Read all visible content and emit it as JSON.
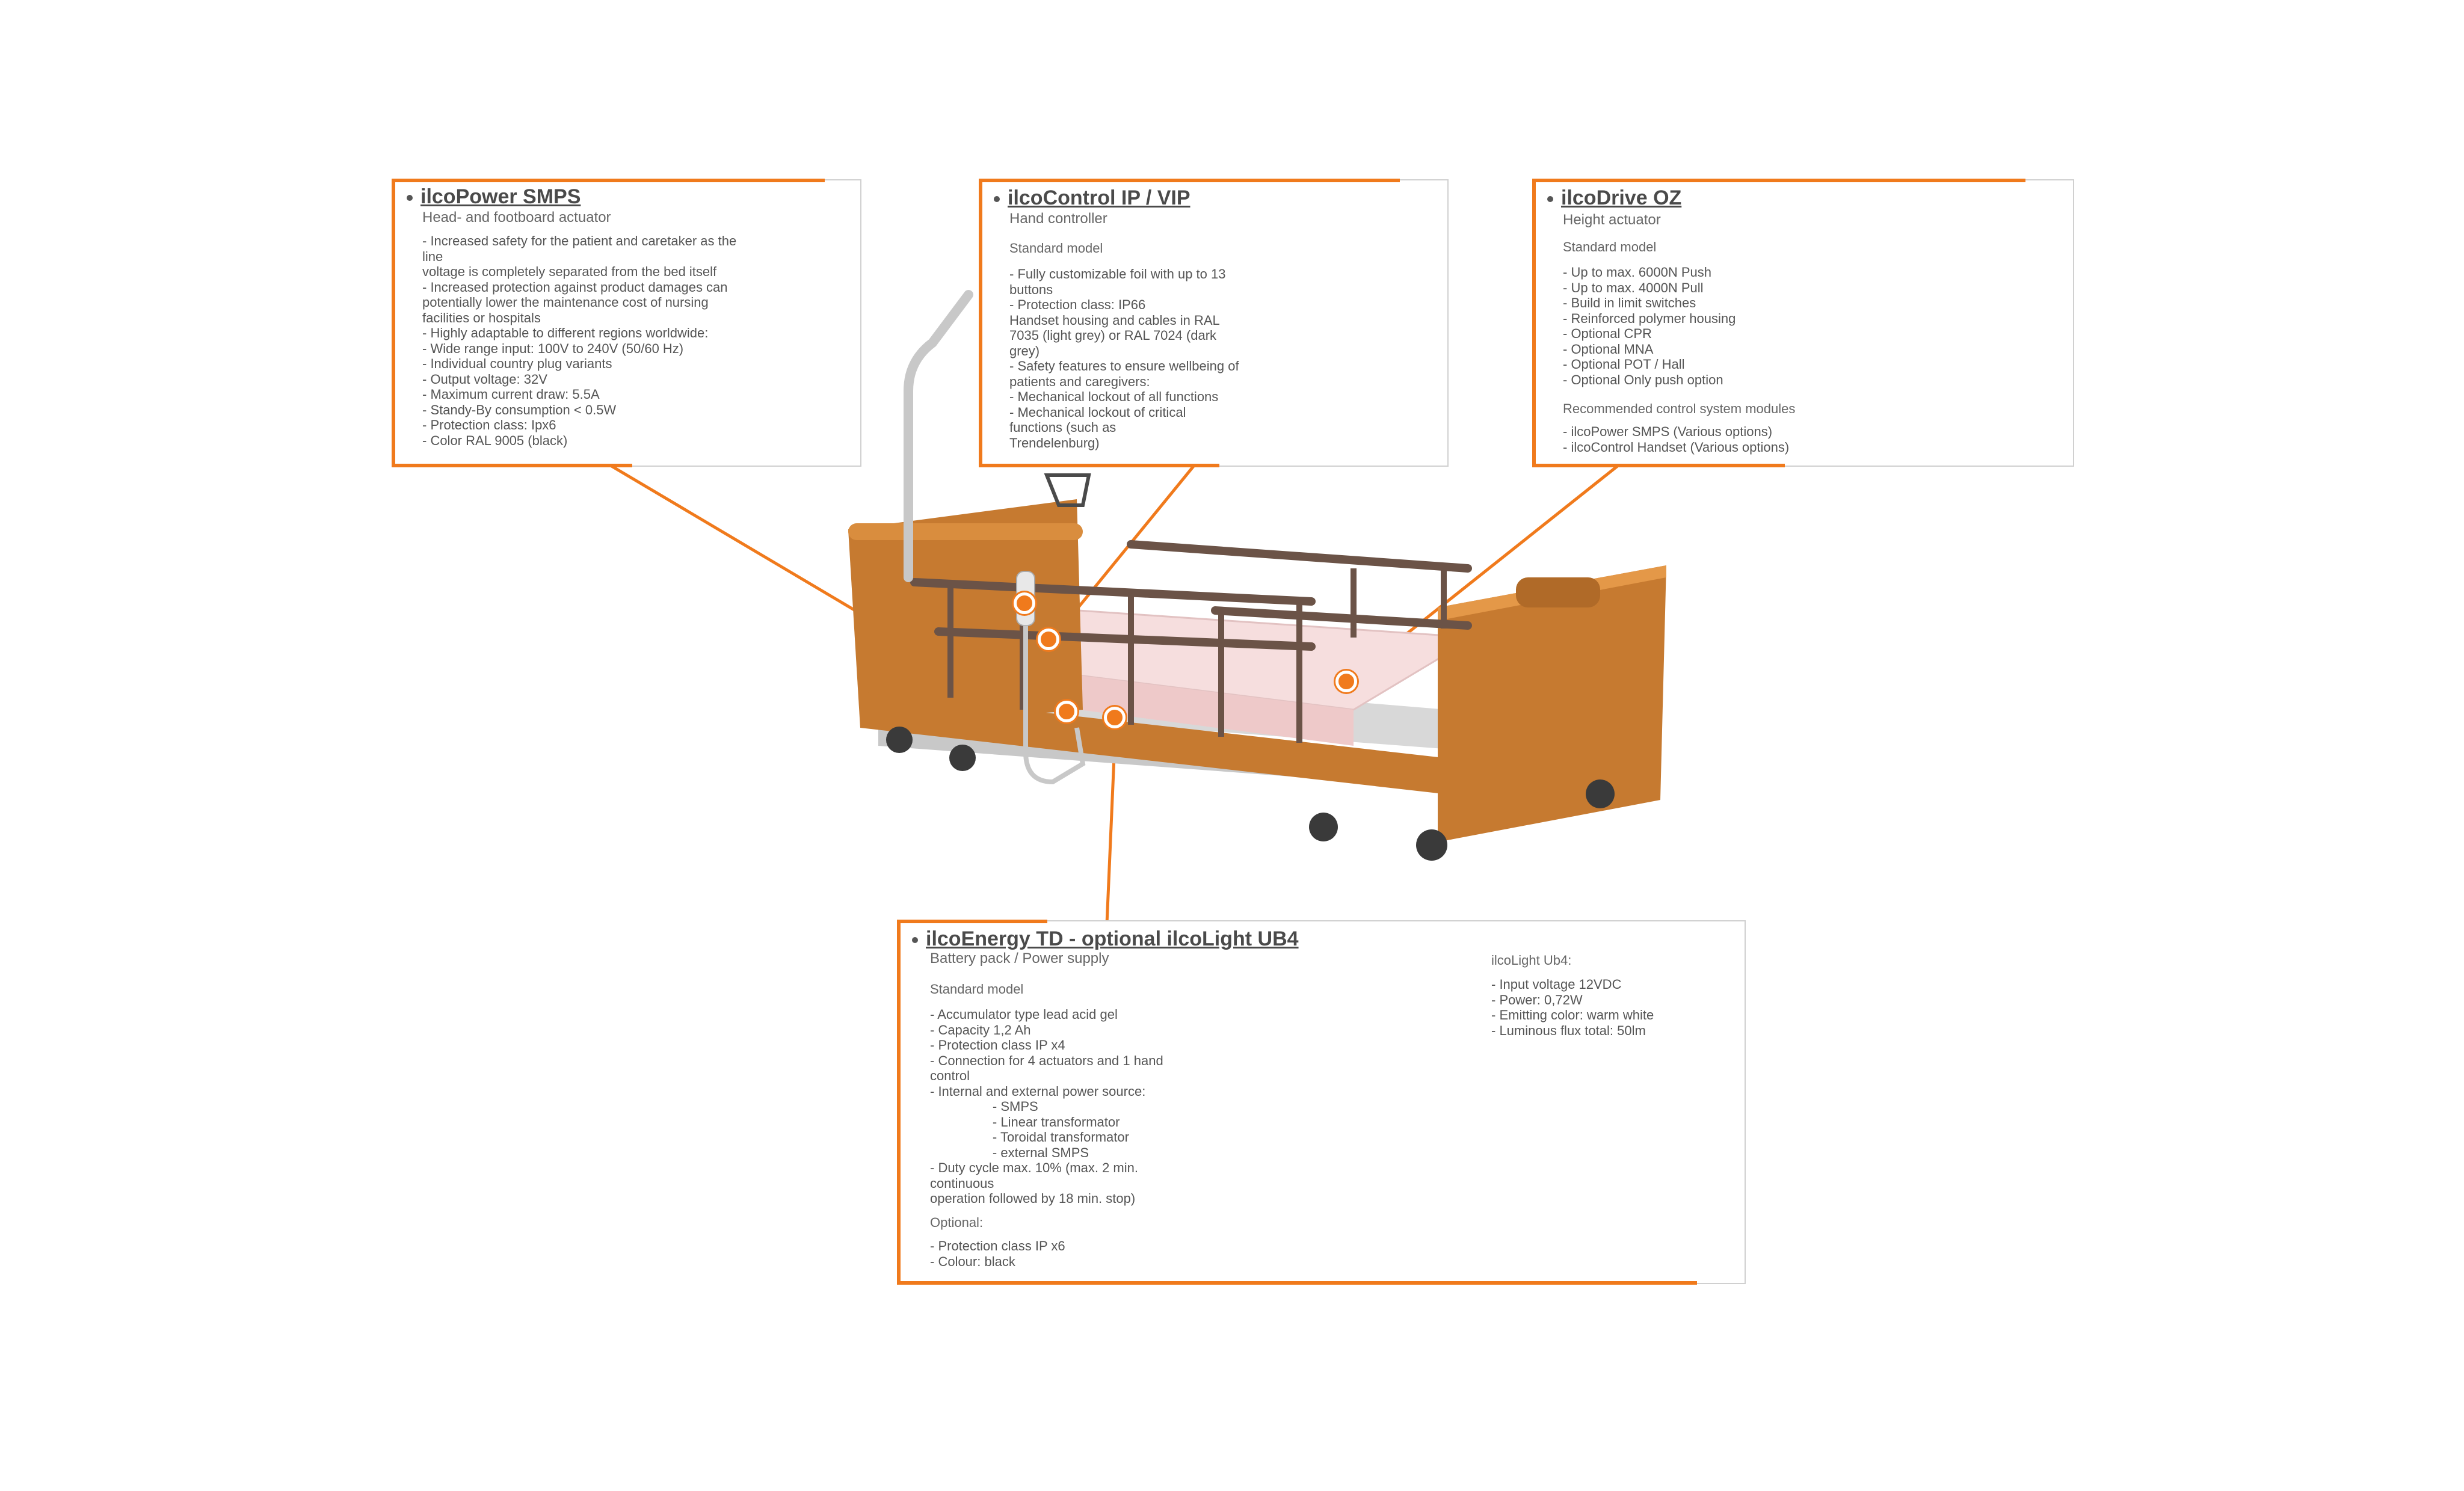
{
  "colors": {
    "accent": "#f07a1c",
    "wood": "#c67a30",
    "frame": "#6b5347",
    "panel_border": "#d0d0d0"
  },
  "power": {
    "title": "ilcoPower SMPS",
    "subtitle": "Head- and footboard actuator",
    "lines": [
      "- Increased safety for the patient and caretaker as the",
      "line",
      "voltage is completely separated from the bed itself",
      "- Increased protection against product damages can",
      "potentially lower the maintenance cost of nursing",
      "facilities or hospitals",
      "- Highly adaptable to different regions worldwide:",
      "- Wide range input: 100V to 240V (50/60 Hz)",
      "- Individual country plug variants",
      "- Output voltage: 32V",
      "- Maximum current draw: 5.5A",
      "- Standy-By consumption < 0.5W",
      "- Protection class: Ipx6",
      "- Color RAL 9005 (black)"
    ]
  },
  "control": {
    "title": "ilcoControl IP / VIP",
    "subtitle": "Hand controller",
    "model": "Standard model",
    "lines": [
      "- Fully customizable foil with up to 13",
      "buttons",
      "- Protection class: IP66",
      "Handset housing and cables in RAL",
      "7035 (light grey) or RAL 7024 (dark",
      "grey)",
      "- Safety features to ensure wellbeing of",
      "patients and caregivers:",
      "- Mechanical lockout of all functions",
      "- Mechanical lockout of critical",
      "functions (such as",
      "Trendelenburg)"
    ]
  },
  "drive": {
    "title": "ilcoDrive OZ",
    "subtitle": "Height actuator",
    "model": "Standard model",
    "lines": [
      "- Up to max. 6000N Push",
      "- Up to max. 4000N Pull",
      "- Build in limit switches",
      "- Reinforced polymer housing",
      "- Optional CPR",
      "- Optional MNA",
      "- Optional POT / Hall",
      "- Optional Only push option"
    ],
    "recommended": "Recommended control system modules",
    "recommended_lines": [
      "- ilcoPower SMPS (Various options)",
      "- ilcoControl Handset (Various options)"
    ]
  },
  "energy": {
    "title": "ilcoEnergy TD - optional ilcoLight UB4",
    "subtitle": "Battery pack / Power supply",
    "model": "Standard model",
    "lines": [
      "- Accumulator type lead acid gel",
      "- Capacity 1,2 Ah",
      "- Protection class IP x4",
      "- Connection for 4 actuators and 1 hand",
      "control",
      "- Internal and external power source:",
      "                 - SMPS",
      "                 - Linear transformator",
      "                 - Toroidal transformator",
      "                 - external SMPS",
      "- Duty cycle max. 10% (max. 2 min.",
      "continuous",
      "operation followed by 18 min. stop)"
    ],
    "optional": "Optional:",
    "optional_lines": [
      "- Protection class IP x6",
      "- Colour: black"
    ],
    "light_title": "ilcoLight Ub4:",
    "light_lines": [
      "- Input voltage 12VDC",
      "- Power: 0,72W",
      "- Emitting color: warm white",
      "- Luminous flux total: 50lm"
    ]
  },
  "icons": [
    "power-supply-icon",
    "hand-controller-icon",
    "height-actuator-icon",
    "battery-pack-icon",
    "led-light-bar-icon",
    "nursing-bed-icon"
  ]
}
